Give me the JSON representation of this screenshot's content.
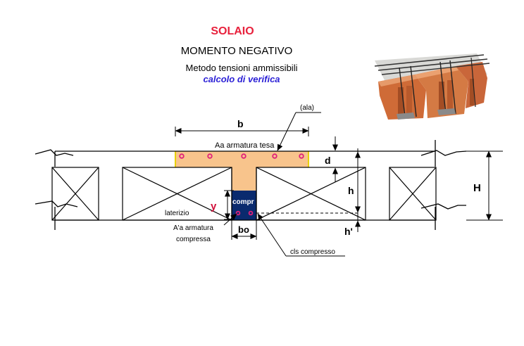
{
  "header": {
    "title": "SOLAIO",
    "subtitle": "MOMENTO NEGATIVO",
    "method": "Metodo tensioni ammissibili",
    "verify": "calcolo di verifica"
  },
  "labels": {
    "ala": "(ala)",
    "b": "b",
    "tension_steel": "Aa armatura tesa",
    "d": "d",
    "h": "h",
    "H": "H",
    "y": "y",
    "compressed_zone": "compr",
    "brick": "laterizio",
    "compression_steel_1": "A'a armatura",
    "compression_steel_2": "compressa",
    "bo": "bo",
    "h_prime": "h'",
    "compressed_concrete": "cls  compresso"
  },
  "colors": {
    "title": "#e8213c",
    "verify": "#2a1fd6",
    "concrete_flange": "#f8c48c",
    "compressed_zone": "#0a2a6e",
    "rebar": "#e0207a",
    "y_label": "#d0103a",
    "photo_brick": "#cf6b37"
  },
  "icons": {
    "photo": "slab-photo-icon",
    "rebar": "rebar-dot-icon"
  }
}
